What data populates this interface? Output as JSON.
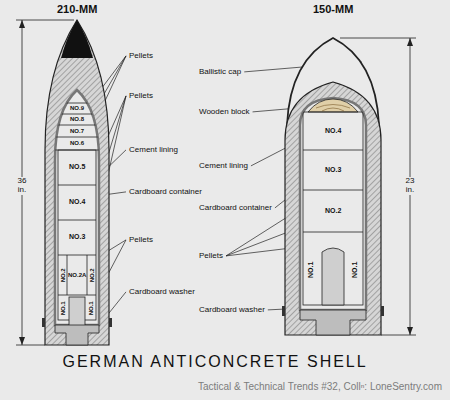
{
  "diagram": {
    "title": "GERMAN ANTICONCRETE SHELL",
    "labels": [
      "210-MM",
      "150-MM",
      "Pellets",
      "Pellets",
      "Cement lining",
      "Cardboard container",
      "Pellets",
      "Cardboard washer",
      "Ballistic cap",
      "Wooden block",
      "Cement lining",
      "Cardboard container",
      "Pellets",
      "Cardboard washer",
      "36 in.",
      "23 in.",
      "NO.9",
      "NO.8",
      "NO.7",
      "NO.6",
      "NO.5",
      "NO.4",
      "NO.3",
      "NO.2",
      "NO.2A",
      "NO.2",
      "NO.1",
      "NO.1",
      "NO.4",
      "NO.3",
      "NO.2",
      "NO.1",
      "NO.1",
      "Tactical & Technical Trends #32, Collⁿ: LoneSentry.com"
    ]
  }
}
